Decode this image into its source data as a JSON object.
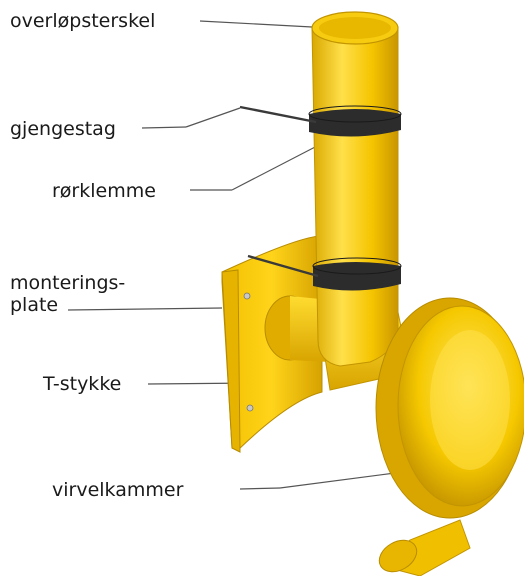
{
  "diagram": {
    "labels": {
      "overflow_threshold": "overløpsterskel",
      "threaded_rod": "gjengestag",
      "pipe_clamp": "rørklemme",
      "mounting_plate_line1": "monterings-",
      "mounting_plate_line2": "plate",
      "t_piece": "T-stykke",
      "vortex_chamber": "virvelkammer"
    },
    "colors": {
      "body_yellow": "#f5c800",
      "body_shadow": "#c99a00",
      "body_highlight": "#ffe24a",
      "clamp": "#2a2a2a",
      "leader_line": "#555555"
    }
  }
}
